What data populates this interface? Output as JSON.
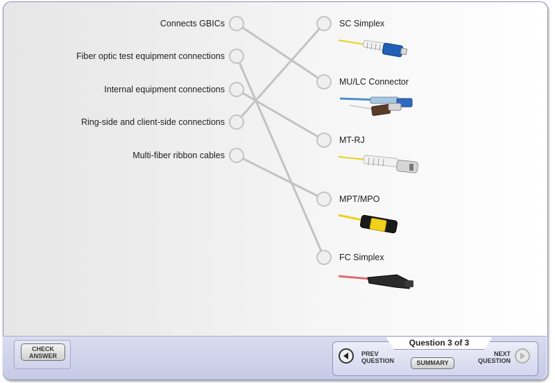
{
  "left_items": [
    {
      "label": "Connects GBICs"
    },
    {
      "label": "Fiber optic test equipment connections"
    },
    {
      "label": "Internal equipment connections"
    },
    {
      "label": "Ring-side and client-side connections"
    },
    {
      "label": "Multi-fiber ribbon cables"
    }
  ],
  "right_items": [
    {
      "label": "SC Simplex",
      "icon": "sc-simplex-connector-icon"
    },
    {
      "label": "MU/LC Connector",
      "icon": "mu-lc-connector-icon"
    },
    {
      "label": "MT-RJ",
      "icon": "mt-rj-connector-icon"
    },
    {
      "label": "MPT/MPO",
      "icon": "mpt-mpo-connector-icon"
    },
    {
      "label": "FC Simplex",
      "icon": "fc-simplex-connector-icon"
    }
  ],
  "connections": [
    [
      0,
      1
    ],
    [
      1,
      4
    ],
    [
      2,
      2
    ],
    [
      3,
      0
    ],
    [
      4,
      3
    ]
  ],
  "footer": {
    "check_answer": "CHECK ANSWER",
    "question_status": "Question  3 of 3",
    "prev": "PREV QUESTION",
    "next": "NEXT QUESTION",
    "summary": "SUMMARY"
  },
  "colors": {
    "line": "#c2c2c2",
    "accent_panel": "#c7cae6"
  }
}
